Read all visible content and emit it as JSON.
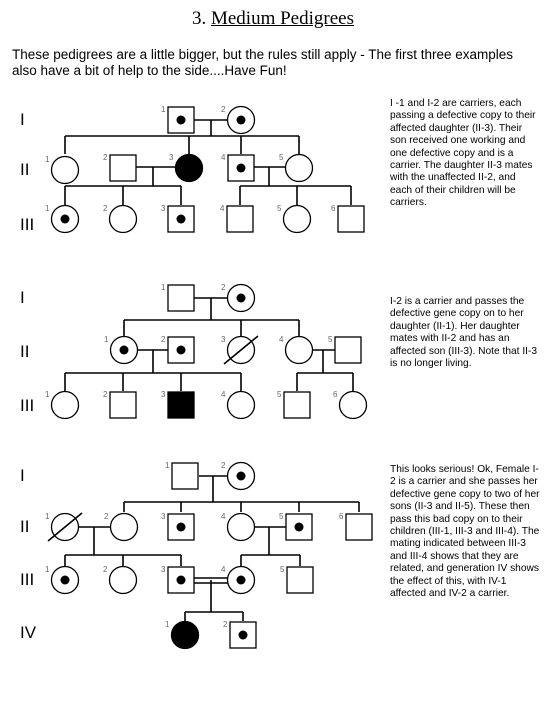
{
  "header": {
    "number": "3.",
    "title": "Medium Pedigrees",
    "intro": "These pedigrees are a little bigger, but the rules still apply - The first three examples also have a bit of help to the side....Have Fun!"
  },
  "pedigrees": [
    {
      "generations": [
        "I",
        "II",
        "III"
      ],
      "note": "I -1 and I-2 are carriers, each passing a defective copy to their affected daughter (II-3).  Their son received one working and one defective copy and is a carrier. The daughter II-3 mates with the unaffected II-2, and each of their children will be carriers."
    },
    {
      "generations": [
        "I",
        "II",
        "III"
      ],
      "note": "I-2 is a carrier and passes the defective gene copy on to her daughter (II-1). Her daughter mates with II-2 and has an affected son (III-3). Note that II-3 is no longer living."
    },
    {
      "generations": [
        "I",
        "II",
        "III",
        "IV"
      ],
      "note": "This looks serious! Ok, Female I-2 is a carrier and she passes her defective gene copy to two of her sons (II-3 and II-5). These then pass this bad copy on to their children (III-1, III-3 and III-4). The mating indicated between III-3 and III-4 shows that they are related, and generation IV shows the effect of this, with IV-1 affected and IV-2 a carrier."
    }
  ],
  "individual_numbers": [
    "1",
    "2",
    "3",
    "4",
    "5",
    "6"
  ]
}
